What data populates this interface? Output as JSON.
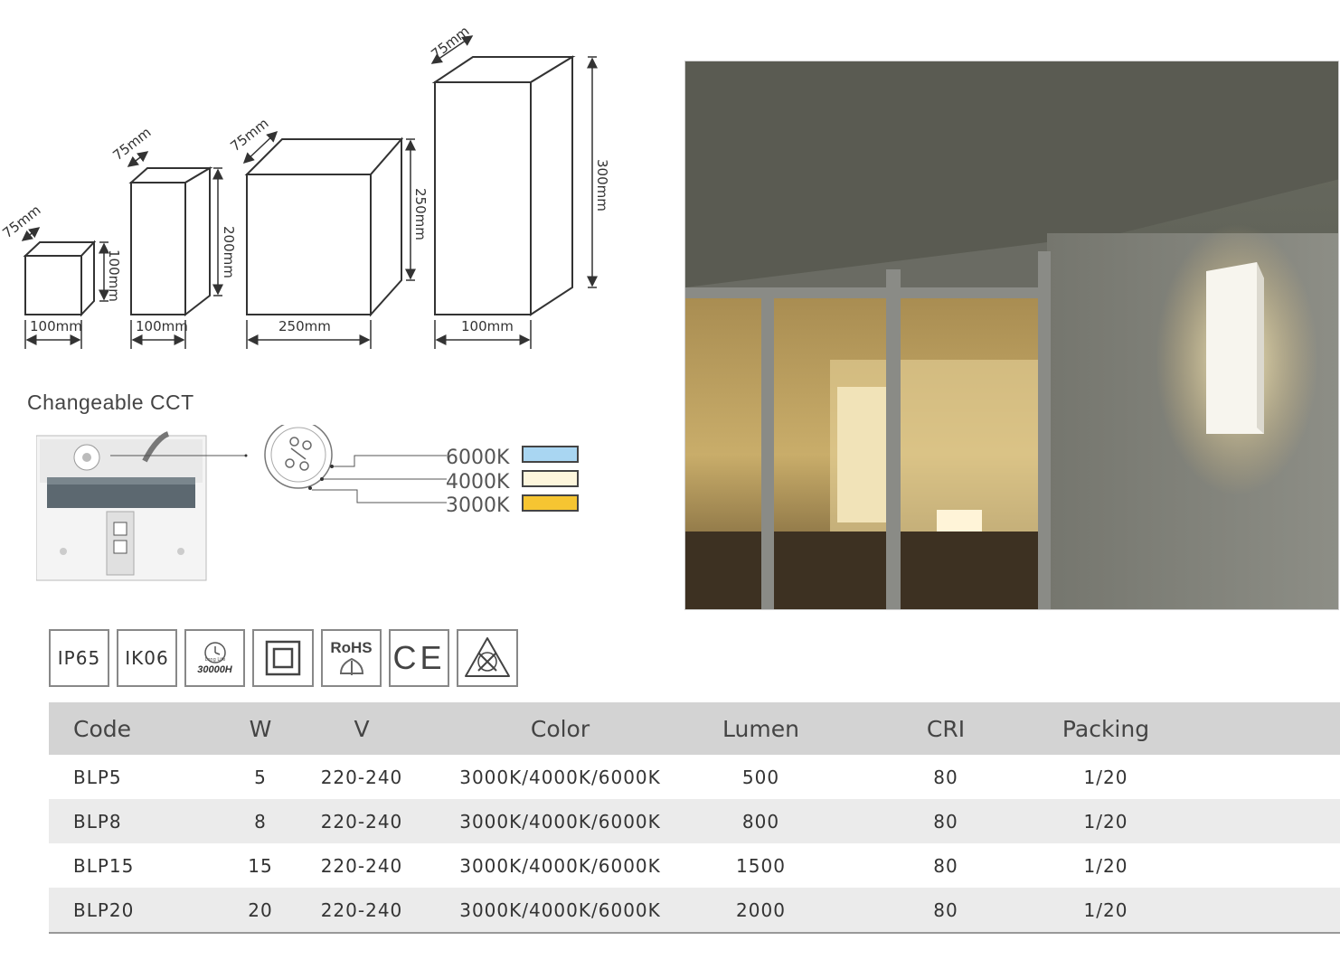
{
  "dimensions": {
    "sizes": [
      {
        "depth": "75mm",
        "height": "100mm",
        "width": "100mm"
      },
      {
        "depth": "75mm",
        "height": "200mm",
        "width": "100mm"
      },
      {
        "depth": "75mm",
        "height": "250mm",
        "width": "250mm"
      },
      {
        "depth": "75mm",
        "height": "300mm",
        "width": "100mm"
      }
    ]
  },
  "cct": {
    "title": "Changeable CCT",
    "options": [
      {
        "label": "6000K",
        "color": "#a9d6f2"
      },
      {
        "label": "4000K",
        "color": "#fdf6dc"
      },
      {
        "label": "3000K",
        "color": "#f6c532"
      }
    ]
  },
  "certifications": [
    {
      "name": "ip65-badge",
      "text": "IP65"
    },
    {
      "name": "ik06-badge",
      "text": "IK06"
    },
    {
      "name": "long-life-badge",
      "text": "30000H",
      "sub": "Long Life"
    },
    {
      "name": "class-ii-badge",
      "text": ""
    },
    {
      "name": "rohs-badge",
      "text": "RoHS"
    },
    {
      "name": "ce-badge",
      "text": "CE"
    },
    {
      "name": "no-mercury-badge",
      "text": ""
    }
  ],
  "table": {
    "headers": [
      "Code",
      "W",
      "V",
      "Color",
      "Lumen",
      "CRI",
      "Packing"
    ],
    "rows": [
      [
        "BLP5",
        "5",
        "220-240",
        "3000K/4000K/6000K",
        "500",
        "80",
        "1/20"
      ],
      [
        "BLP8",
        "8",
        "220-240",
        "3000K/4000K/6000K",
        "800",
        "80",
        "1/20"
      ],
      [
        "BLP15",
        "15",
        "220-240",
        "3000K/4000K/6000K",
        "1500",
        "80",
        "1/20"
      ],
      [
        "BLP20",
        "20",
        "220-240",
        "3000K/4000K/6000K",
        "2000",
        "80",
        "1/20"
      ]
    ]
  },
  "colors": {
    "header_bg": "#d3d3d3",
    "row_alt_bg": "#ebebeb",
    "line": "#333333"
  }
}
